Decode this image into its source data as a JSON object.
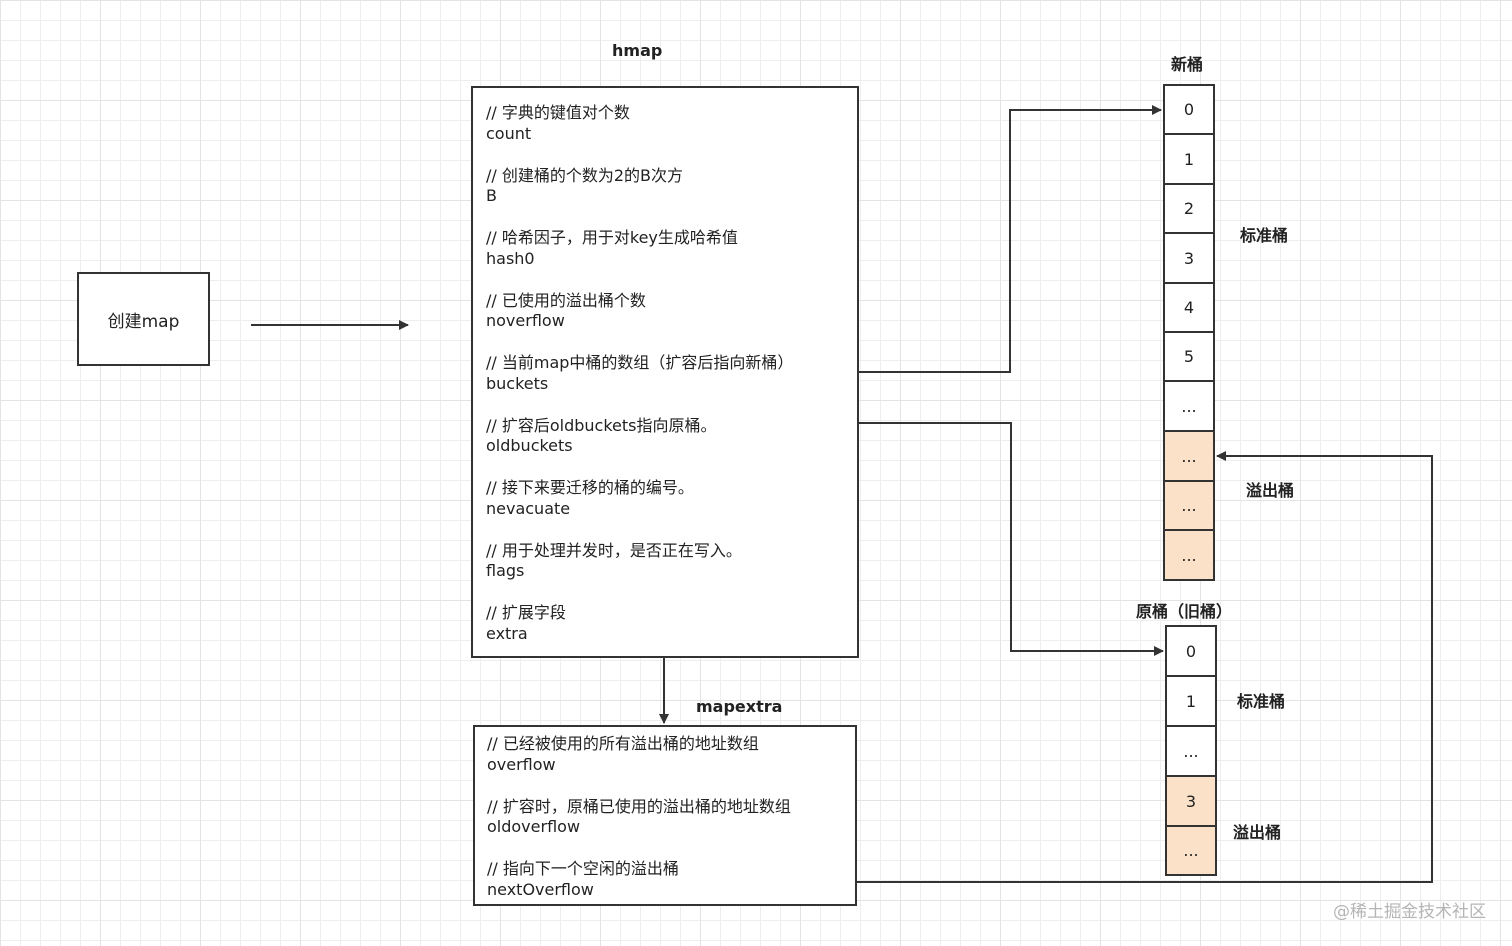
{
  "create_box": {
    "label": "创建map"
  },
  "hmap": {
    "title": "hmap",
    "fields": [
      {
        "comment": "// 字典的键值对个数",
        "name": "count"
      },
      {
        "comment": "// 创建桶的个数为2的B次方",
        "name": "B"
      },
      {
        "comment": "// 哈希因子，用于对key生成哈希值",
        "name": "hash0"
      },
      {
        "comment": "// 已使用的溢出桶个数",
        "name": "noverflow"
      },
      {
        "comment": "// 当前map中桶的数组（扩容后指向新桶）",
        "name": "buckets"
      },
      {
        "comment": "// 扩容后oldbuckets指向原桶。",
        "name": "oldbuckets"
      },
      {
        "comment": "// 接下来要迁移的桶的编号。",
        "name": "nevacuate"
      },
      {
        "comment": "// 用于处理并发时，是否正在写入。",
        "name": "flags"
      },
      {
        "comment": "// 扩展字段",
        "name": "extra"
      }
    ]
  },
  "mapextra": {
    "title": "mapextra",
    "fields": [
      {
        "comment": "// 已经被使用的所有溢出桶的地址数组",
        "name": "overflow"
      },
      {
        "comment": "// 扩容时，原桶已使用的溢出桶的地址数组",
        "name": "oldoverflow"
      },
      {
        "comment": "// 指向下一个空闲的溢出桶",
        "name": "nextOverflow"
      }
    ]
  },
  "new_buckets": {
    "title": "新桶",
    "standard_label": "标准桶",
    "overflow_label": "溢出桶",
    "cells": [
      "0",
      "1",
      "2",
      "3",
      "4",
      "5",
      "...",
      "...",
      "...",
      "..."
    ],
    "overflow_flags": [
      false,
      false,
      false,
      false,
      false,
      false,
      false,
      true,
      true,
      true
    ]
  },
  "old_buckets": {
    "title": "原桶（旧桶）",
    "standard_label": "标准桶",
    "overflow_label": "溢出桶",
    "cells": [
      "0",
      "1",
      "...",
      "3",
      "..."
    ],
    "overflow_flags": [
      false,
      false,
      false,
      true,
      true
    ]
  },
  "colors": {
    "line": "#333333",
    "overflow_fill": "#fbe1c8"
  },
  "watermark": "@稀土掘金技术社区"
}
